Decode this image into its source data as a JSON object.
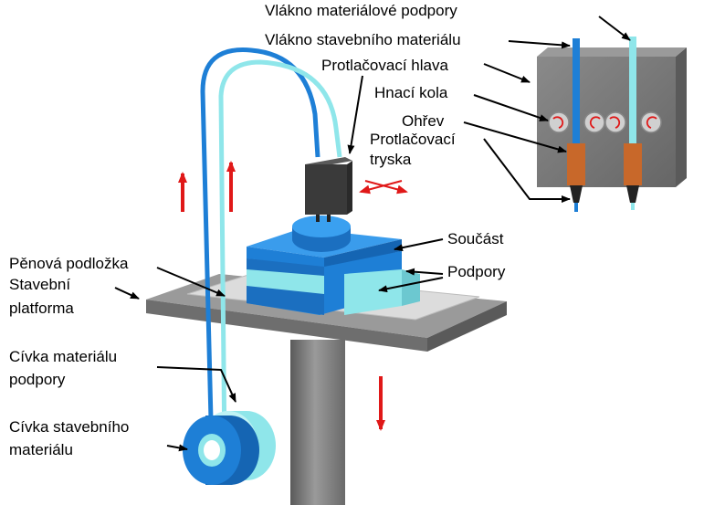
{
  "labels": {
    "support_filament": "Vlákno materiálové podpory",
    "build_filament": "Vlákno stavebního materiálu",
    "extrusion_head": "Protlačovací hlava",
    "drive_wheels": "Hnací kola",
    "heater": "Ohřev",
    "nozzle_line1": "Protlačovací",
    "nozzle_line2": "tryska",
    "part": "Součást",
    "supports": "Podpory",
    "foam_base": "Pěnová podložka",
    "platform_line1": "Stavební",
    "platform_line2": "platforma",
    "support_spool_line1": "Cívka materiálu",
    "support_spool_line2": "podpory",
    "build_spool_line1": "Cívka stavebního",
    "build_spool_line2": "materiálu"
  },
  "colors": {
    "build_material": "#1e7fd6",
    "support_material": "#8fe6ea",
    "head_body": "#7a7a7a",
    "nozzle_head": "#3a3a3a",
    "platform": "#8c8c8c",
    "foam": "#d8d8d8",
    "heater": "#c8682a",
    "arrow_red": "#e01818"
  }
}
